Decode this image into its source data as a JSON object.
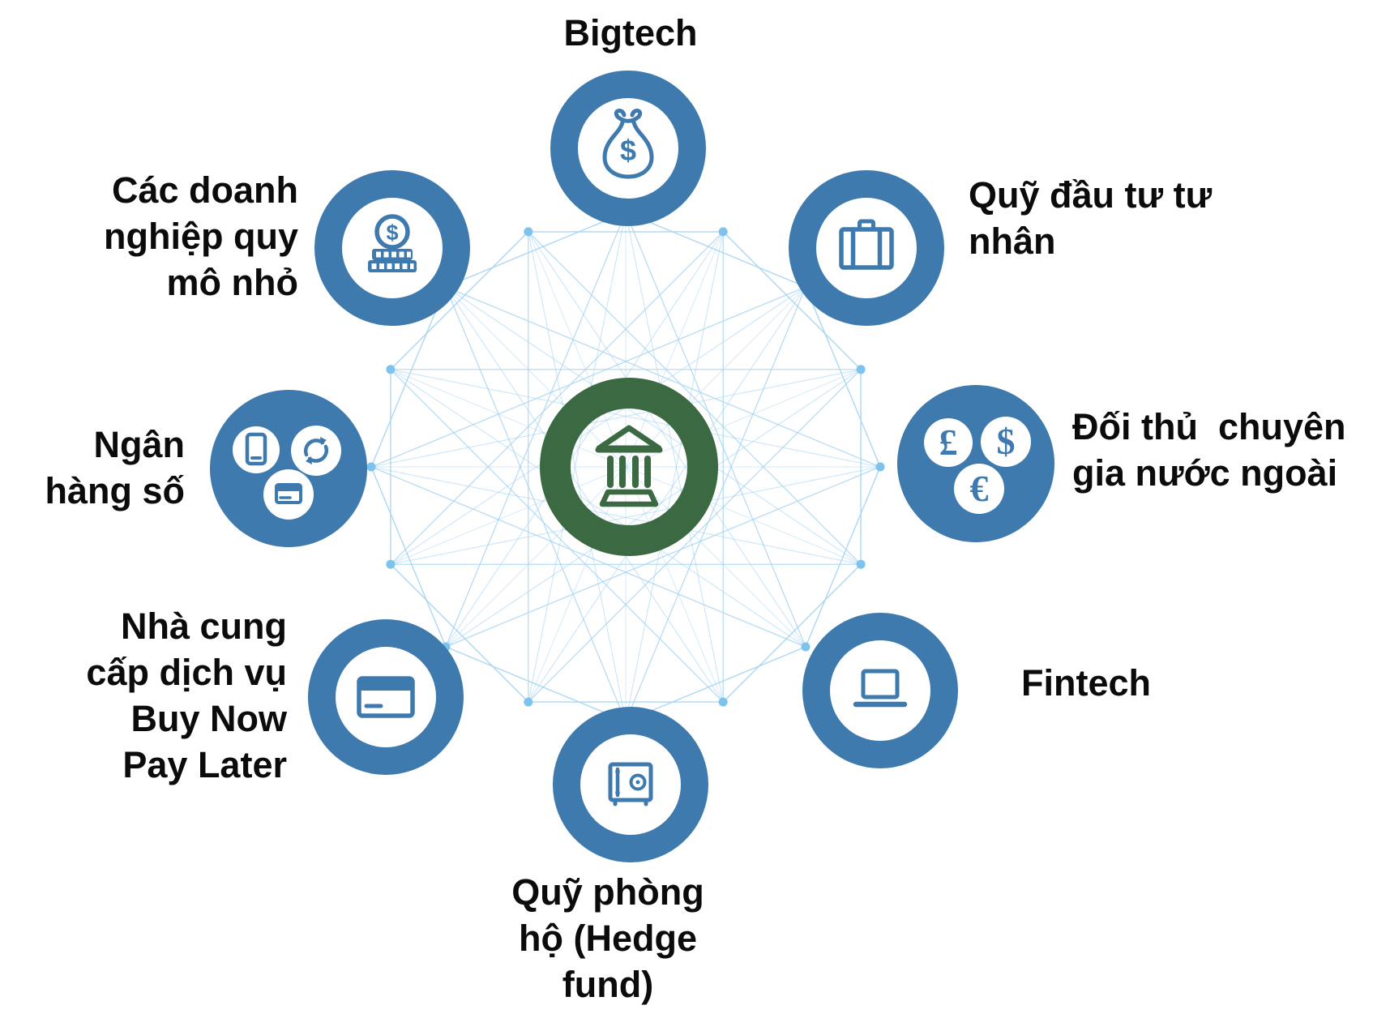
{
  "diagram": {
    "title_visible": false,
    "type": "hub-and-spoke network",
    "center": {
      "icon": "bank-building-icon"
    },
    "nodes": [
      {
        "id": "bigtech",
        "label": "Bigtech",
        "icon": "money-bag-icon",
        "style": "ring"
      },
      {
        "id": "small-business",
        "label": "Các doanh\nnghiệp quy\nmô nhỏ",
        "icon": "coin-stack-icon",
        "style": "ring"
      },
      {
        "id": "private-equity",
        "label": "Quỹ đầu tư tư\nnhân",
        "icon": "briefcase-icon",
        "style": "ring"
      },
      {
        "id": "digital-bank",
        "label": "Ngân\nhàng số",
        "icon": "mobile-sync-card-icon",
        "style": "solid"
      },
      {
        "id": "foreign-competitor",
        "label": "Đối thủ  chuyên\ngia nước ngoài",
        "icon": "currency-circles-icon",
        "style": "solid"
      },
      {
        "id": "bnpl",
        "label": "Nhà cung\ncấp dịch vụ\nBuy Now\nPay Later",
        "icon": "credit-card-icon",
        "style": "ring"
      },
      {
        "id": "fintech",
        "label": "Fintech",
        "icon": "laptop-icon",
        "style": "ring"
      },
      {
        "id": "hedge-fund",
        "label": "Quỹ phòng\nhộ (Hedge\nfund)",
        "icon": "safe-icon",
        "style": "ring"
      }
    ],
    "icon_glyphs": {
      "dollar": "$",
      "pound": "£",
      "euro": "€"
    },
    "colors": {
      "node_blue": "#3E7AAD",
      "center_green": "#3A6942",
      "mesh_line": "#A8D5F3",
      "mesh_dot": "#7EC2EE",
      "label_text": "#0B0B0B"
    }
  }
}
